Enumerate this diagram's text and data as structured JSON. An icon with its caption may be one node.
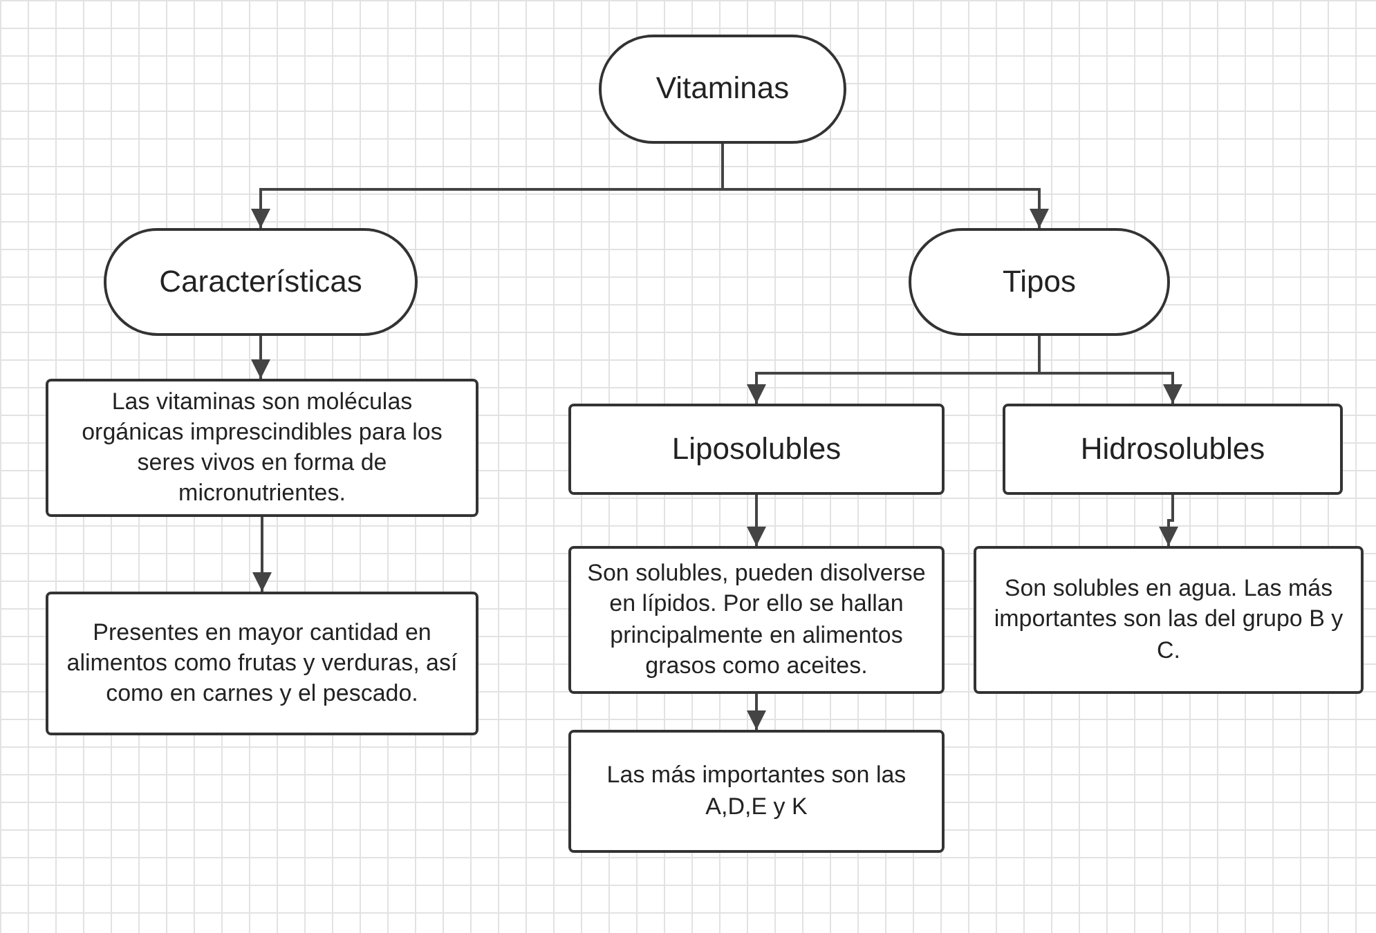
{
  "diagram": {
    "nodes": [
      {
        "text": [
          "Vitaminas"
        ]
      },
      {
        "text": [
          "Características"
        ]
      },
      {
        "text": [
          "Tipos"
        ]
      },
      {
        "text": [
          "Las vitaminas son moléculas orgánicas imprescindibles para los seres vivos en forma de micronutrientes."
        ]
      },
      {
        "text": [
          "Presentes en mayor cantidad en alimentos como frutas y verduras, así como en carnes y el pescado."
        ]
      },
      {
        "text": [
          "Liposolubles"
        ]
      },
      {
        "text": [
          "Hidrosolubles"
        ]
      },
      {
        "text": [
          "Son solubles, pueden disolverse en lípidos. Por ello se hallan principalmente en alimentos grasos como aceites."
        ]
      },
      {
        "text": [
          "Son solubles en agua. Las más importantes son las del grupo B y C."
        ]
      },
      {
        "text": [
          "Las más importantes son las A,D,E y K"
        ]
      }
    ],
    "edges": [
      {
        "from": 0,
        "to": 1,
        "arrow": "to"
      },
      {
        "from": 0,
        "to": 2,
        "arrow": "to"
      },
      {
        "from": 1,
        "to": 3,
        "arrow": "to"
      },
      {
        "from": 3,
        "to": 4,
        "arrow": "to"
      },
      {
        "from": 2,
        "to": 5,
        "arrow": "to"
      },
      {
        "from": 2,
        "to": 6,
        "arrow": "to"
      },
      {
        "from": 5,
        "to": 7,
        "arrow": "to"
      },
      {
        "from": 6,
        "to": 8,
        "arrow": "to"
      },
      {
        "from": 7,
        "to": 9,
        "arrow": "to"
      }
    ]
  }
}
